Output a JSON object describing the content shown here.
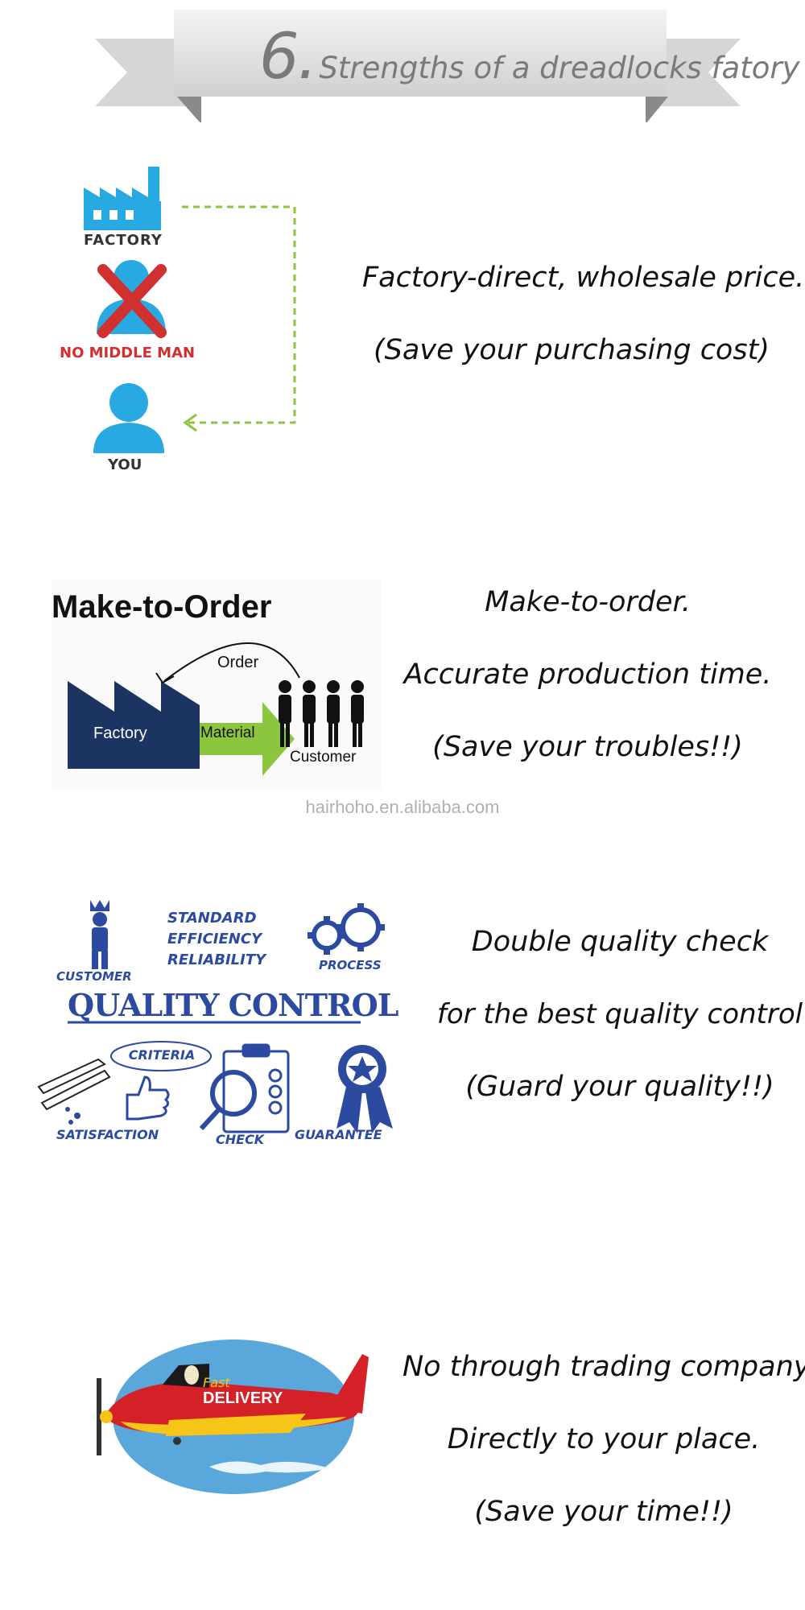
{
  "header": {
    "number": "6.",
    "title": "Strengths of a dreadlocks fatory"
  },
  "section1": {
    "labels": {
      "factory": "FACTORY",
      "middle": "NO MIDDLE MAN",
      "you": "YOU"
    },
    "lines": [
      "Factory-direct, wholesale price.",
      "(Save your  purchasing cost)"
    ]
  },
  "section2": {
    "diagram": {
      "title": "Make-to-Order",
      "order": "Order",
      "factory": "Factory",
      "material": "Material",
      "customer": "Customer"
    },
    "lines": [
      "Make-to-order.",
      "Accurate production time.",
      "(Save your troubles!!)"
    ]
  },
  "watermark": "hairhoho.en.alibaba.com",
  "section3": {
    "graphic": {
      "customer": "CUSTOMER",
      "standard": "STANDARD",
      "efficiency": "EFFICIENCY",
      "reliability": "RELIABILITY",
      "process": "PROCESS",
      "quality": "QUALITY CONTROL",
      "criteria": "CRITERIA",
      "satisfaction": "SATISFACTION",
      "check": "CHECK",
      "guarantee": "GUARANTEE"
    },
    "lines": [
      "Double quality check",
      "for the best quality control",
      "(Guard your quality!!)"
    ]
  },
  "section4": {
    "plane": {
      "fast": "Fast",
      "delivery": "DELIVERY"
    },
    "lines": [
      "No through trading company.",
      "Directly to your place.",
      "(Save your time!!)"
    ]
  },
  "colors": {
    "icon_blue": "#29a9e1",
    "red_x": "#d0302f",
    "green_dashed": "#8cc63f",
    "factory_navy": "#1c3461",
    "material_green": "#8cc63f",
    "qc_blue": "#2b4aa0",
    "plane_red": "#d42027",
    "plane_yellow": "#f5c518",
    "sky_blue": "#5aa7dc"
  }
}
